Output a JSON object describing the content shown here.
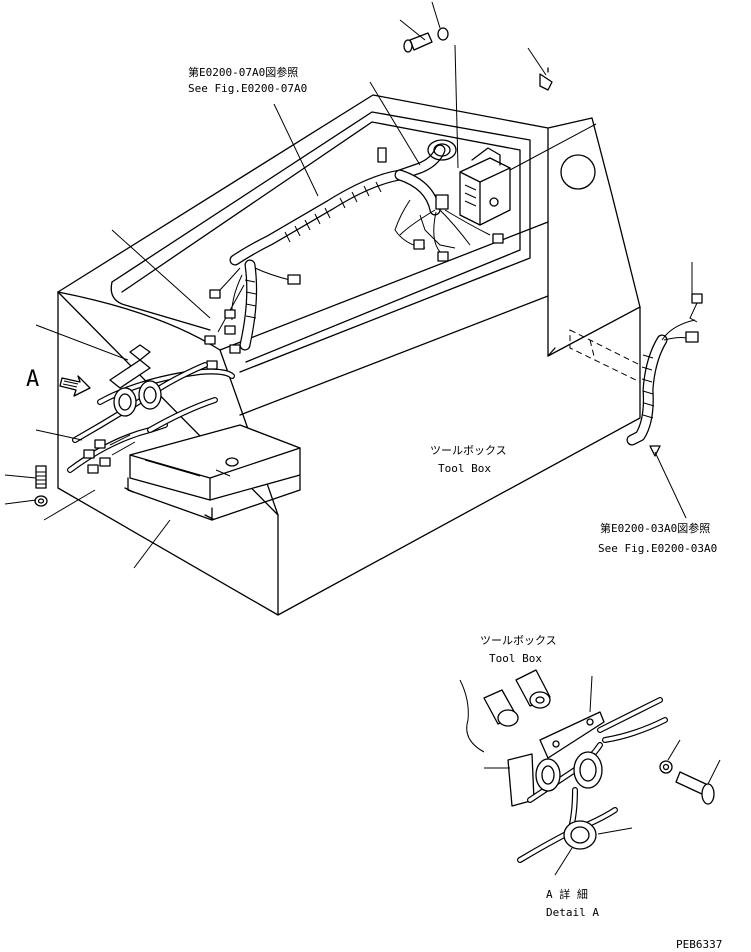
{
  "callouts": {
    "harness_ref_jp": "第E0200-07A0図参照",
    "harness_ref_en": "See Fig.E0200-07A0",
    "harness2_ref_jp": "第E0200-03A0図参照",
    "harness2_ref_en": "See Fig.E0200-03A0",
    "toolbox_jp": "ツールボックス",
    "toolbox_en": "Tool Box",
    "view_marker": "A",
    "detail_jp": "A 詳 細",
    "detail_en": "Detail A",
    "detail_toolbox_jp": "ツールボックス",
    "detail_toolbox_en": "Tool Box"
  },
  "drawing_code": "PEB6337"
}
